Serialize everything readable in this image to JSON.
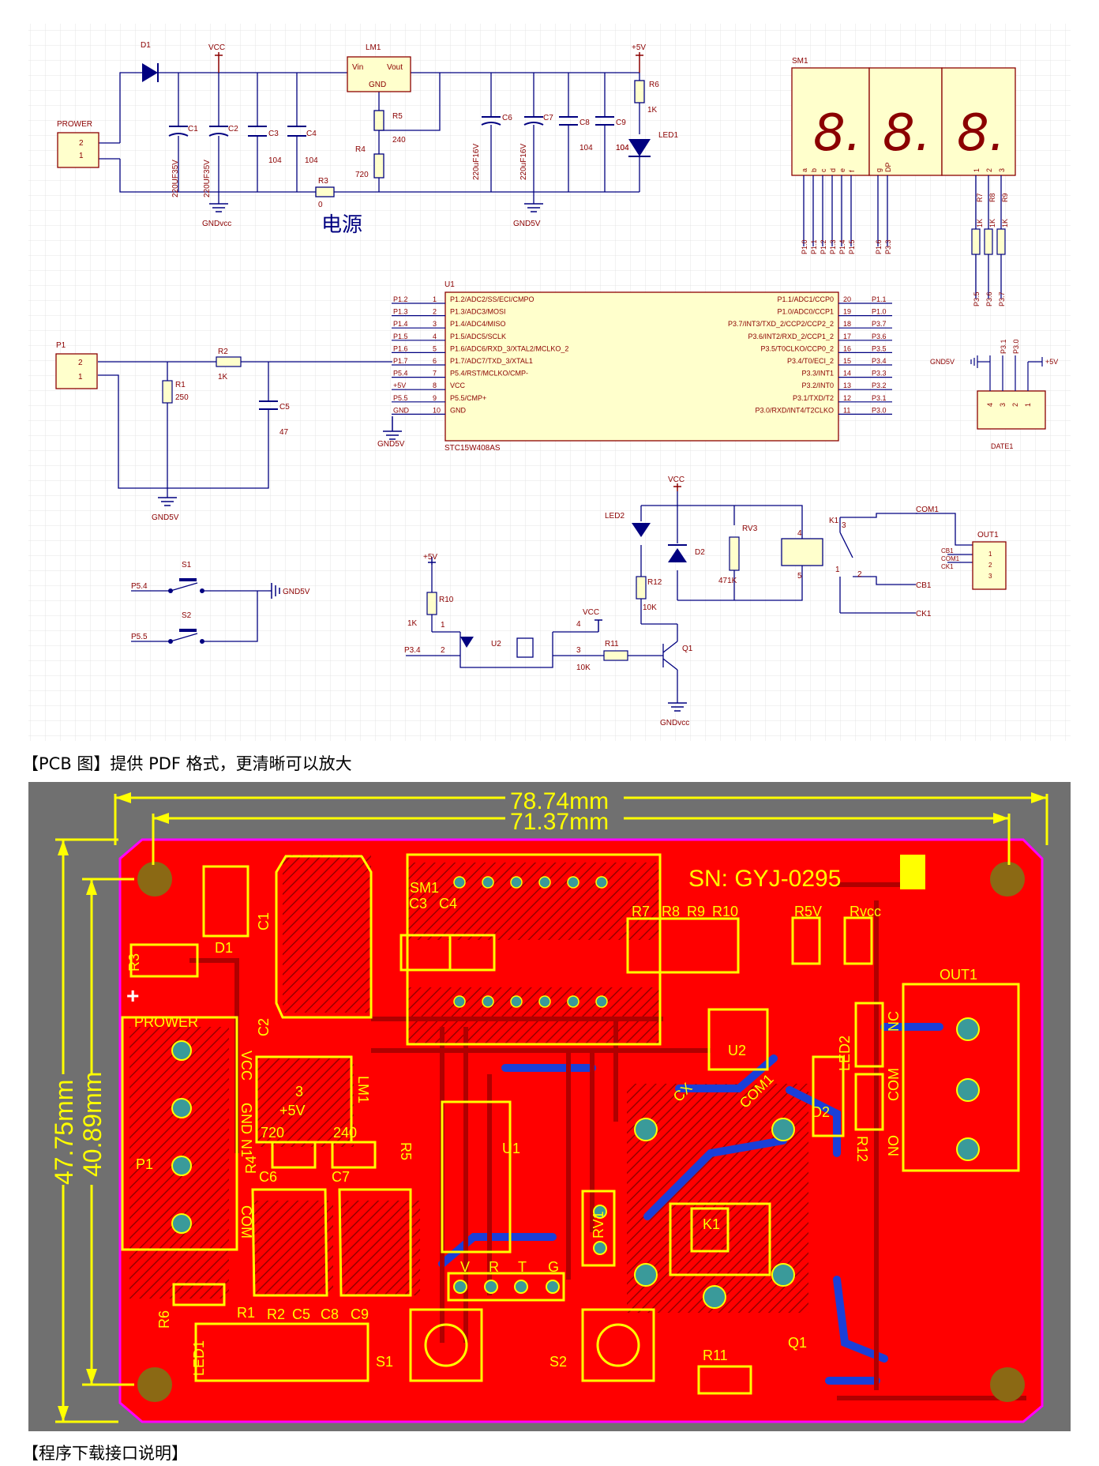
{
  "schematic": {
    "power": {
      "D1": "D1",
      "VCC": "VCC",
      "LM1": "LM1",
      "Vin": "Vin",
      "Vout": "Vout",
      "GND": "GND",
      "plus5V": "+5V",
      "PROWER": "PROWER",
      "pin2": "2",
      "pin1": "1",
      "C1": "C1",
      "C1v": "220UF35V",
      "C2": "C2",
      "C2v": "220UF35V",
      "C3": "C3",
      "C3v": "104",
      "C4": "C4",
      "C4v": "104",
      "R5": "R5",
      "R5v": "240",
      "R4": "R4",
      "R4v": "720",
      "R3": "R3",
      "R3v": "0",
      "C6": "C6",
      "C6v": "220uF16V",
      "C7": "C7",
      "C7v": "220uF16V",
      "C8": "C8",
      "C8v": "104",
      "C9": "C9",
      "C9v": "104",
      "R6": "R6",
      "R6v": "1K",
      "LED1": "LED1",
      "LED1v": "104",
      "GNDvcc": "GNDvcc",
      "GND5V": "GND5V",
      "title": "电源"
    },
    "display": {
      "SM1": "SM1",
      "digits": [
        "8.",
        "8.",
        "8."
      ],
      "seg_pins": [
        "a",
        "b",
        "c",
        "d",
        "e",
        "f",
        "g",
        "DP"
      ],
      "com_pins": [
        "1",
        "2",
        "3"
      ],
      "nets_left": [
        "P1.0",
        "P1.1",
        "P1.2",
        "P1.3",
        "P1.4",
        "P1.5",
        "P1.6",
        "P3.3"
      ],
      "R7": "R7",
      "R8": "R8",
      "R9": "R9",
      "rval": "1K",
      "nets_right": [
        "P3.5",
        "P3.6",
        "P3.7"
      ]
    },
    "mcu": {
      "U1": "U1",
      "part": "STC15W408AS",
      "left_pins": [
        {
          "net": "P1.2",
          "num": "1",
          "name": "P1.2/ADC2/SS/ECI/CMPO"
        },
        {
          "net": "P1.3",
          "num": "2",
          "name": "P1.3/ADC3/MOSI"
        },
        {
          "net": "P1.4",
          "num": "3",
          "name": "P1.4/ADC4/MISO"
        },
        {
          "net": "P1.5",
          "num": "4",
          "name": "P1.5/ADC5/SCLK"
        },
        {
          "net": "P1.6",
          "num": "5",
          "name": "P1.6/ADC6/RXD_3/XTAL2/MCLKO_2"
        },
        {
          "net": "P1.7",
          "num": "6",
          "name": "P1.7/ADC7/TXD_3/XTAL1"
        },
        {
          "net": "P5.4",
          "num": "7",
          "name": "P5.4/RST/MCLKO/CMP-"
        },
        {
          "net": "+5V",
          "num": "8",
          "name": "VCC"
        },
        {
          "net": "P5.5",
          "num": "9",
          "name": "P5.5/CMP+"
        },
        {
          "net": "GND",
          "num": "10",
          "name": "GND"
        }
      ],
      "right_pins": [
        {
          "net": "P1.1",
          "num": "20",
          "name": "P1.1/ADC1/CCP0"
        },
        {
          "net": "P1.0",
          "num": "19",
          "name": "P1.0/ADC0/CCP1"
        },
        {
          "net": "P3.7",
          "num": "18",
          "name": "P3.7/INT3/TXD_2/CCP2/CCP2_2"
        },
        {
          "net": "P3.6",
          "num": "17",
          "name": "P3.6/INT2/RXD_2/CCP1_2"
        },
        {
          "net": "P3.5",
          "num": "16",
          "name": "P3.5/T0CLKO/CCP0_2"
        },
        {
          "net": "P3.4",
          "num": "15",
          "name": "P3.4/T0/ECI_2"
        },
        {
          "net": "P3.3",
          "num": "14",
          "name": "P3.3/INT1"
        },
        {
          "net": "P3.2",
          "num": "13",
          "name": "P3.2/INT0"
        },
        {
          "net": "P3.1",
          "num": "12",
          "name": "P3.1/TXD/T2"
        },
        {
          "net": "P3.0",
          "num": "11",
          "name": "P3.0/RXD/INT4/T2CLKO"
        }
      ],
      "gnd": "GND5V"
    },
    "input": {
      "P1": "P1",
      "pin2": "2",
      "pin1": "1",
      "R1": "R1",
      "R1v": "250",
      "R2": "R2",
      "R2v": "1K",
      "C5": "C5",
      "C5v": "47",
      "gnd": "GND5V"
    },
    "date": {
      "gnd": "GND5V",
      "p31": "P3.1",
      "p30": "P3.0",
      "plus5v": "+5V",
      "pins": [
        "4",
        "3",
        "2",
        "1"
      ],
      "label": "DATE1"
    },
    "buttons": {
      "S1": "S1",
      "S2": "S2",
      "P54": "P5.4",
      "P55": "P5.5",
      "gnd": "GND5V"
    },
    "opto": {
      "plus5v": "+5V",
      "R10": "R10",
      "R10v": "1K",
      "pin1": "1",
      "U2": "U2",
      "pin4": "4",
      "VCC": "VCC",
      "P34": "P3.4",
      "pin2": "2",
      "pin3": "3",
      "R11": "R11",
      "R11v": "10K",
      "Q1": "Q1",
      "GNDvcc": "GNDvcc"
    },
    "relay": {
      "VCC": "VCC",
      "LED2": "LED2",
      "D2": "D2",
      "RV3": "RV3",
      "RV3v": "471K",
      "R12": "R12",
      "R12v": "10K",
      "K1": "K1",
      "p4": "4",
      "p5": "5",
      "p3": "3",
      "p1": "1",
      "p2": "2",
      "COM1": "COM1",
      "CB1": "CB1",
      "CK1": "CK1",
      "OUT1": "OUT1",
      "out_nets": [
        "CB1",
        "COM1",
        "CK1"
      ],
      "out_pins": [
        "1",
        "2",
        "3"
      ]
    }
  },
  "captions": {
    "pcb": "【PCB 图】提供 PDF 格式，更清晰可以放大",
    "download": "【程序下载接口说明】"
  },
  "pcb": {
    "dim_outer": "78.74mm",
    "dim_inner": "71.37mm",
    "dim_height_outer": "47.75mm",
    "dim_height_inner": "40.89mm",
    "sn": "SN:  GYJ-0295",
    "labels": {
      "D1": "D1",
      "C1": "C1",
      "R3": "R3",
      "plus": "+",
      "PROWER": "PROWER",
      "VCC": "VCC",
      "C2": "C2",
      "GND": "GND",
      "P1": "P1",
      "COM": "COM",
      "LM1": "LM1",
      "three": "3",
      "plus5V": "+5V",
      "N1": "N1",
      "val720": "720",
      "R4": "R4",
      "val240": "240",
      "R5": "R5",
      "C6": "C6",
      "C7": "C7",
      "SM1": "SM1",
      "C3": "C3",
      "C4": "C4",
      "R7": "R7",
      "R8": "R8",
      "R9": "R9",
      "R10": "R10",
      "R5V": "R5V",
      "Rvcc": "Rvcc",
      "OUT1": "OUT1",
      "U2": "U2",
      "LED2": "LED2",
      "NC": "NC",
      "COM2": "COM",
      "NO": "NO",
      "D2": "D2",
      "R12": "R12",
      "U1": "U1",
      "RV1": "RV1",
      "V": "V",
      "R": "R",
      "T": "T",
      "G": "G",
      "R6": "R6",
      "R1": "R1",
      "R2": "R2",
      "C5": "C5",
      "C8": "C8",
      "C9": "C9",
      "LED1": "LED1",
      "S1": "S1",
      "S2": "S2",
      "R11": "R11",
      "Q1": "Q1",
      "K1": "K1",
      "COM1": "COM1",
      "CX": "CX"
    }
  },
  "colors": {
    "board_bg": "#707070",
    "copper": "#ff0000",
    "silk": "#ffff00",
    "blue_trace": "#1a3fd8",
    "pad": "#3a9a9a",
    "grid": "#e6e6e6",
    "wire": "#000080"
  }
}
